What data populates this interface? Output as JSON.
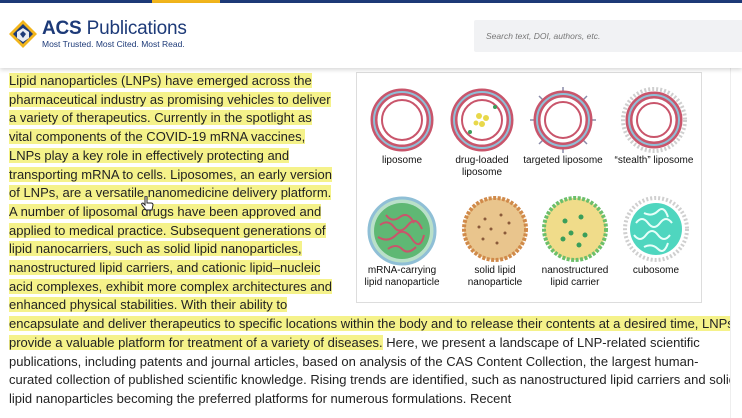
{
  "header": {
    "logo_acs": "ACS",
    "logo_pub": "Publications",
    "tagline": "Most Trusted. Most Cited. Most Read.",
    "search_placeholder": "Search text, DOI, authors, etc."
  },
  "article": {
    "highlighted_text": "Lipid nanoparticles (LNPs) have emerged across the pharmaceutical industry as promising vehicles to deliver a variety of therapeutics. Currently in the spotlight as vital components of the COVID-19 mRNA vaccines, LNPs play a key role in effectively protecting and transporting mRNA to cells. Liposomes, an early version of LNPs, are a versatile nanomedicine delivery platform. A number of liposomal drugs have been approved and applied to medical practice. Subsequent generations of lipid nanocarriers, such as solid lipid nanoparticles, nanostructured lipid carriers, and cationic lipid–nucleic acid complexes, exhibit more complex architectures and enhanced physical stabilities. With their ability to encapsulate and deliver therapeutics to specific locations within the body and to release their contents at a desired time, LNPs provide a valuable platform for treatment of a variety of diseases.",
    "plain_text": " Here, we present a landscape of LNP-related scientific publications, including patents and journal articles, based on analysis of the CAS Content Collection, the largest human-curated collection of published scientific knowledge. Rising trends are identified, such as nanostructured lipid carriers and solid lipid nanoparticles becoming the preferred platforms for numerous formulations. Recent"
  },
  "figure": {
    "captions": [
      "liposome",
      "drug-loaded liposome",
      "targeted liposome",
      "“stealth” liposome",
      "mRNA-carrying lipid nanoparticle",
      "solid lipid nanoparticle",
      "nanostructured lipid carrier",
      "cubosome"
    ]
  },
  "colors": {
    "brand_blue": "#1d3a78",
    "brand_gold": "#f2b51c",
    "highlight": "#f5f28a"
  }
}
